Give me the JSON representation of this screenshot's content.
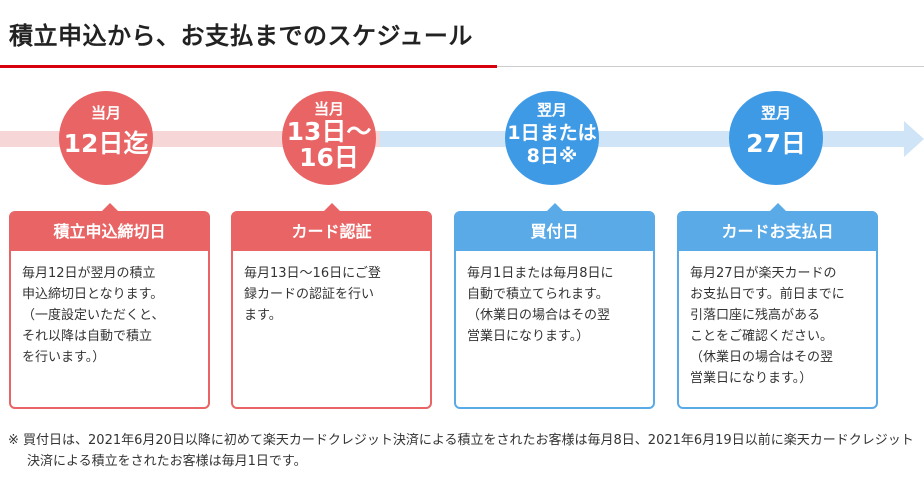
{
  "page": {
    "title": "積立申込から、お支払までのスケジュール"
  },
  "colors": {
    "red": "#e96464",
    "blue": "#3f9ae6",
    "accent_line": "#d7000f"
  },
  "steps": [
    {
      "color": "red",
      "circle": {
        "top": "当月",
        "main": "12日迄",
        "main2": ""
      },
      "heading": "積立申込締切日",
      "body": "毎月12日が翌月の積立\n申込締切日となります。\n（一度設定いただくと、\nそれ以降は自動で積立\nを行います。）"
    },
    {
      "color": "red",
      "circle": {
        "top": "当月",
        "main": "13日〜",
        "main2": "16日"
      },
      "heading": "カード認証",
      "body": "毎月13日〜16日にご登\n録カードの認証を行い\nます。"
    },
    {
      "color": "blue",
      "circle": {
        "top": "翌月",
        "main": "1日または",
        "main2": "8日※"
      },
      "heading": "買付日",
      "body": "毎月1日または毎月8日に\n自動で積立てられます。\n（休業日の場合はその翌\n営業日になります。）"
    },
    {
      "color": "blue",
      "circle": {
        "top": "翌月",
        "main": "27日",
        "main2": ""
      },
      "heading": "カードお支払日",
      "body": "毎月27日が楽天カードの\nお支払日です。前日までに\n引落口座に残高がある\nことをご確認ください。\n（休業日の場合はその翌\n営業日になります。）"
    }
  ],
  "footnote": "※ 買付日は、2021年6月20日以降に初めて楽天カードクレジット決済による積立をされたお客様は毎月8日、2021年6月19日以前に楽天カードクレジット決済による積立をされたお客様は毎月1日です。"
}
